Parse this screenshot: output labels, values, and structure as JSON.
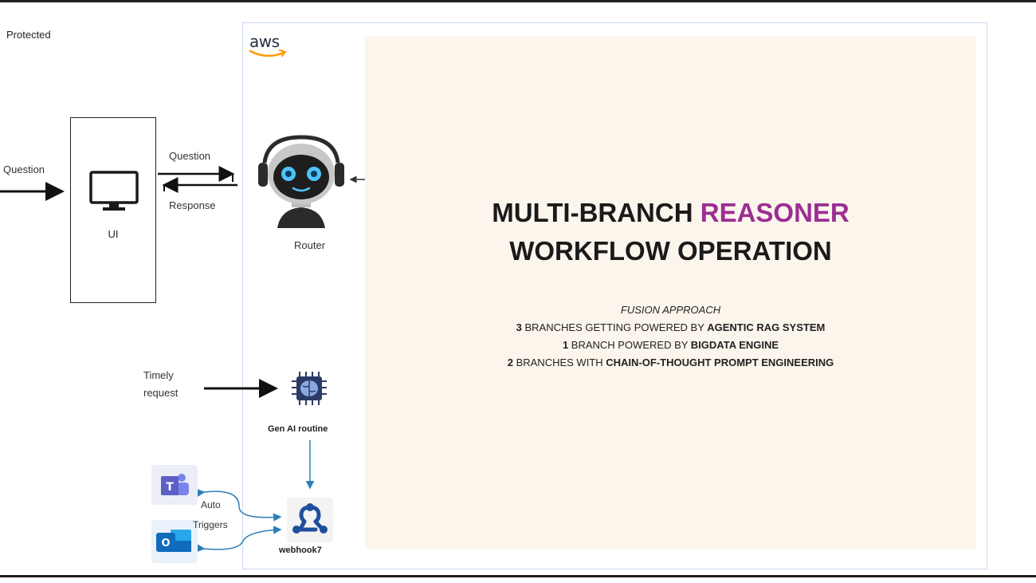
{
  "header": {
    "protected_label": "Protected"
  },
  "aws": {
    "logo_text": "aws"
  },
  "ui_box": {
    "label": "UI"
  },
  "flow": {
    "question_in": "Question",
    "question_to_router": "Question",
    "response_from_router": "Response",
    "router_label": "Router",
    "timely_request_line1": "Timely",
    "timely_request_line2": "request",
    "genai_label": "Gen AI routine",
    "auto_triggers_line1": "Auto",
    "auto_triggers_line2": "Triggers",
    "webhook_label": "webhook7"
  },
  "main": {
    "title_line1_part1": "MULTI-BRANCH ",
    "title_line1_accent": "REASONER",
    "title_line2": "WORKFLOW OPERATION",
    "approach": "FUSION APPROACH",
    "line1_num": "3",
    "line1_text": " BRANCHES GETTING POWERED BY ",
    "line1_bold": "AGENTIC RAG SYSTEM",
    "line2_num": "1",
    "line2_text": " BRANCH POWERED BY ",
    "line2_bold": "BIGDATA ENGINE",
    "line3_num": "2",
    "line3_text": " BRANCHES WITH ",
    "line3_bold": "CHAIN-OF-THOUGHT PROMPT ENGINEERING"
  },
  "colors": {
    "accent": "#9b2e92",
    "cream_panel": "#fcf5ec",
    "aws_orange": "#ff9900",
    "teams_purple": "#5b5fc7",
    "outlook_blue": "#0f6cbd",
    "connector_teal": "#2a7fb8"
  },
  "icons": [
    "monitor-icon",
    "robot-icon",
    "chip-brain-icon",
    "teams-icon",
    "outlook-icon",
    "webhook-icon"
  ]
}
